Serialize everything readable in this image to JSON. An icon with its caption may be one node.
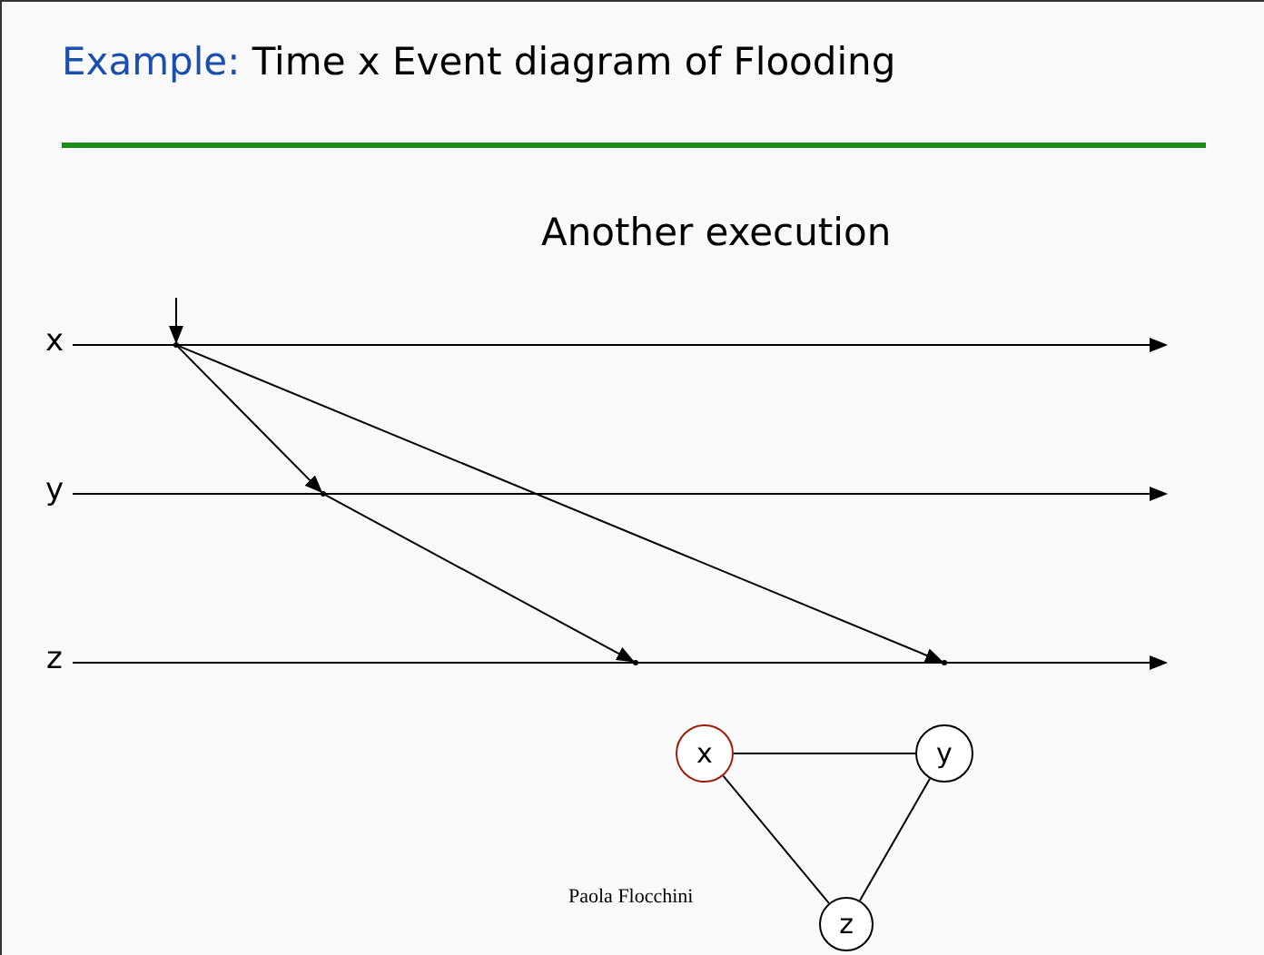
{
  "diagram": {
    "title": "Example: Time x Event diagram of Flooding",
    "nodes": [
      {
        "text": [
          "x"
        ]
      },
      {
        "text": [
          "y"
        ]
      },
      {
        "text": [
          "z"
        ]
      },
      {
        "text": [],
        "shape": "point"
      },
      {
        "text": [],
        "shape": "point"
      },
      {
        "text": [],
        "shape": "point"
      },
      {
        "text": [],
        "shape": "point"
      },
      {
        "text": [
          "x"
        ]
      },
      {
        "text": [
          "y"
        ]
      },
      {
        "text": [
          "z"
        ]
      }
    ],
    "edges": [
      {
        "from": 0,
        "to": null,
        "arrow": "to"
      },
      {
        "from": 1,
        "to": null,
        "arrow": "to"
      },
      {
        "from": 2,
        "to": null,
        "arrow": "to"
      },
      {
        "from": null,
        "to": 3,
        "arrow": "to"
      },
      {
        "from": 3,
        "to": 4,
        "arrow": "to"
      },
      {
        "from": 3,
        "to": 6,
        "arrow": "to"
      },
      {
        "from": 4,
        "to": 5,
        "arrow": "to"
      },
      {
        "from": 7,
        "to": 8,
        "arrow": "none"
      },
      {
        "from": 7,
        "to": 9,
        "arrow": "none"
      },
      {
        "from": 8,
        "to": 9,
        "arrow": "none"
      }
    ],
    "labels": [
      "Another execution",
      "Paola Flocchini"
    ]
  }
}
